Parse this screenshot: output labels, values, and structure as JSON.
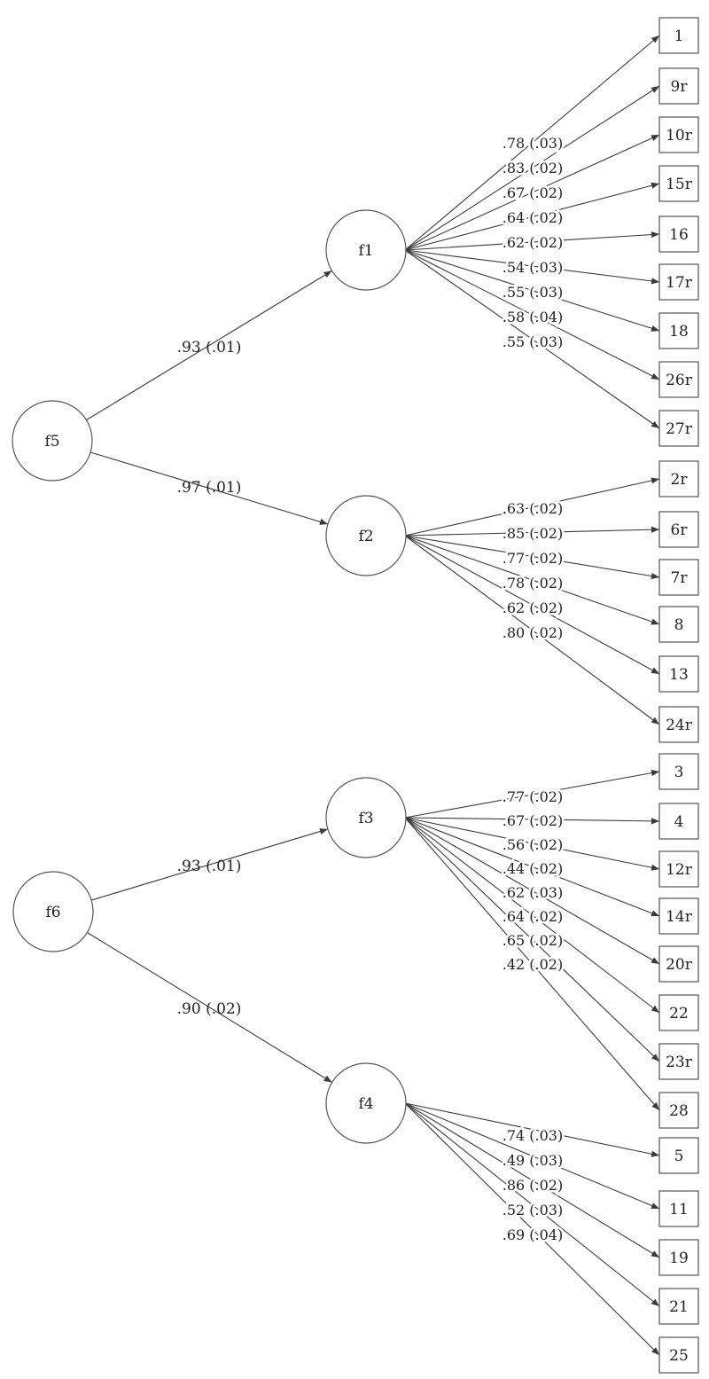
{
  "diagram": {
    "type": "path-diagram",
    "colors": {
      "stroke": "#3a3a3a",
      "text": "#222222",
      "fill": "#ffffff"
    },
    "second_order": [
      {
        "id": "f5",
        "label": "f5",
        "paths": [
          {
            "to": "f1",
            "label": ".93 (.01)"
          },
          {
            "to": "f2",
            "label": ".97 (.01)"
          }
        ]
      },
      {
        "id": "f6",
        "label": "f6",
        "paths": [
          {
            "to": "f3",
            "label": ".93 (.01)"
          },
          {
            "to": "f4",
            "label": ".90 (.02)"
          }
        ]
      }
    ],
    "factors": [
      {
        "id": "f1",
        "label": "f1",
        "indicators": [
          {
            "item": "1",
            "loading": ".78 (.03)"
          },
          {
            "item": "9r",
            "loading": ".83 (.02)"
          },
          {
            "item": "10r",
            "loading": ".67 (.02)"
          },
          {
            "item": "15r",
            "loading": ".64 (.02)"
          },
          {
            "item": "16",
            "loading": ".62 (.02)"
          },
          {
            "item": "17r",
            "loading": ".54 (.03)"
          },
          {
            "item": "18",
            "loading": ".55 (.03)"
          },
          {
            "item": "26r",
            "loading": ".58 (.04)"
          },
          {
            "item": "27r",
            "loading": ".55 (.03)"
          }
        ]
      },
      {
        "id": "f2",
        "label": "f2",
        "indicators": [
          {
            "item": "2r",
            "loading": ".63 (.02)"
          },
          {
            "item": "6r",
            "loading": ".85 (.02)"
          },
          {
            "item": "7r",
            "loading": ".77 (.02)"
          },
          {
            "item": "8",
            "loading": ".78 (.02)"
          },
          {
            "item": "13",
            "loading": ".62 (.02)"
          },
          {
            "item": "24r",
            "loading": ".80 (.02)"
          }
        ]
      },
      {
        "id": "f3",
        "label": "f3",
        "indicators": [
          {
            "item": "3",
            "loading": ".77 (.02)"
          },
          {
            "item": "4",
            "loading": ".67 (.02)"
          },
          {
            "item": "12r",
            "loading": ".56 (.02)"
          },
          {
            "item": "14r",
            "loading": ".44 (.02)"
          },
          {
            "item": "20r",
            "loading": ".62 (.03)"
          },
          {
            "item": "22",
            "loading": ".64 (.02)"
          },
          {
            "item": "23r",
            "loading": ".65 (.02)"
          },
          {
            "item": "28",
            "loading": ".42 (.02)"
          }
        ]
      },
      {
        "id": "f4",
        "label": "f4",
        "indicators": [
          {
            "item": "5",
            "loading": ".74 (.03)"
          },
          {
            "item": "11",
            "loading": ".49 (.03)"
          },
          {
            "item": "19",
            "loading": ".86 (.02)"
          },
          {
            "item": "21",
            "loading": ".52 (.03)"
          },
          {
            "item": "25",
            "loading": ".69 (.04)"
          }
        ]
      }
    ]
  }
}
